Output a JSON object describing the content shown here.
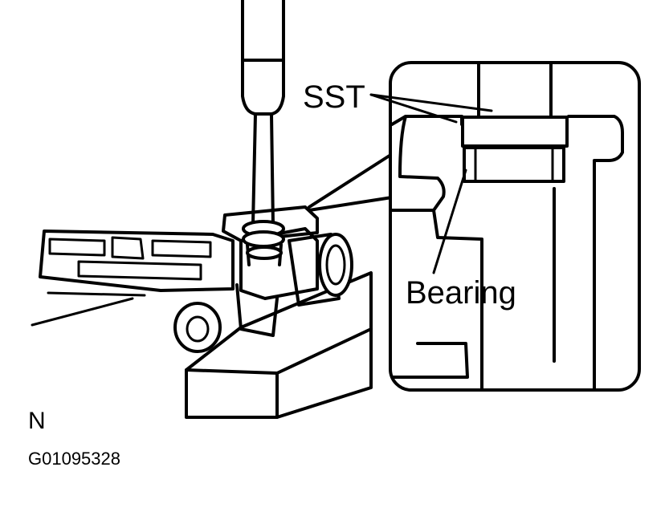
{
  "labels": {
    "tool": "SST",
    "part": "Bearing",
    "view": "N",
    "figure_code": "G01095328"
  }
}
